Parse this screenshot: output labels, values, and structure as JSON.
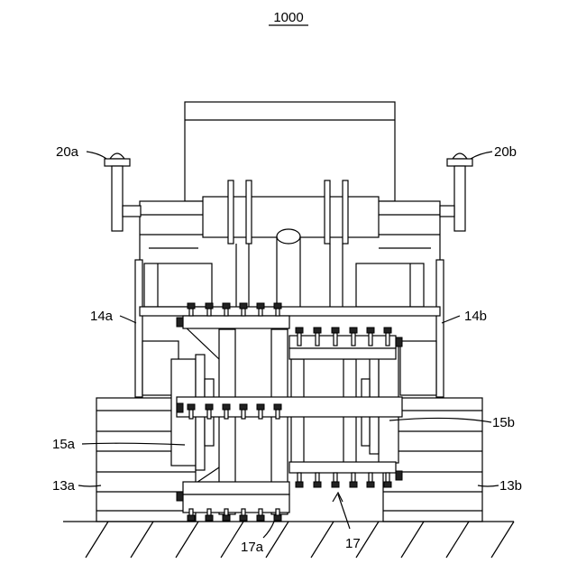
{
  "figure": {
    "number": "1000"
  },
  "labels": {
    "l20a": "20a",
    "l20b": "20b",
    "l14a": "14a",
    "l14b": "14b",
    "l15a": "15a",
    "l15b": "15b",
    "l13a": "13a",
    "l13b": "13b",
    "l17a": "17a",
    "l17": "17"
  }
}
